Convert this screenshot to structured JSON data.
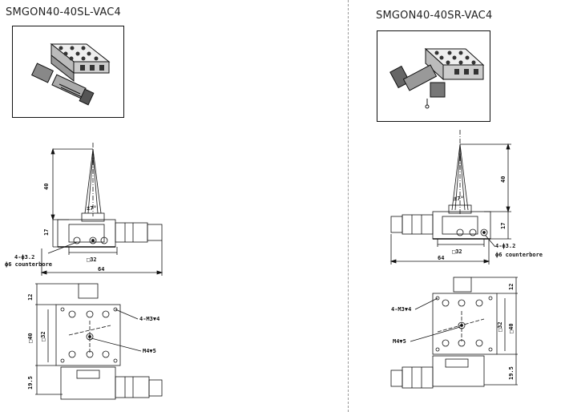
{
  "left": {
    "title": "SMGON40-40SL-VAC4",
    "dims": {
      "height_40": "40",
      "height_17": "17",
      "angle": "±7°",
      "hole_spec": "4-ϕ3.2",
      "counterbore": "ϕ6 counterbore",
      "square_32_front": "□32",
      "width_64": "64",
      "top_12": "12",
      "square_40": "□40",
      "square_32_side": "□32",
      "tap_m3": "4-M3▼4",
      "tap_m4": "M4▼5",
      "bottom_19_5": "19.5"
    }
  },
  "right": {
    "title": "SMGON40-40SR-VAC4",
    "dims": {
      "height_40": "40",
      "height_17": "17",
      "angle": "±7°",
      "hole_spec": "4-ϕ3.2",
      "counterbore": "ϕ6 counterbore",
      "square_32_front": "□32",
      "width_64": "64",
      "top_12": "12",
      "square_40": "□40",
      "square_32_side": "□32",
      "tap_m3": "4-M3▼4",
      "tap_m4": "M4▼5",
      "bottom_19_5": "19.5"
    }
  },
  "colors": {
    "line": "#111111",
    "divider": "#999999"
  }
}
